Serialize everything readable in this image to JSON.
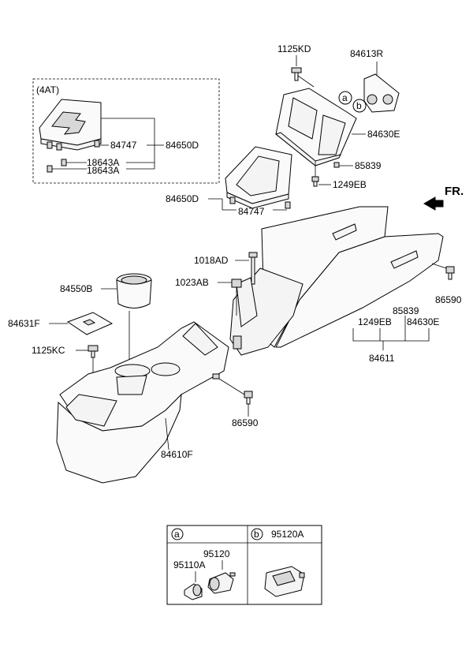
{
  "frame_label": "(4AT)",
  "direction_label": "FR.",
  "parts": {
    "p1125KD": "1125KD",
    "p84613R": "84613R",
    "p84630E_top": "84630E",
    "p85839_top": "85839",
    "p1249EB_top": "1249EB",
    "p84747_inset": "84747",
    "p84650D_inset": "84650D",
    "p18643A_1": "18643A",
    "p18643A_2": "18643A",
    "p84650D": "84650D",
    "p84747": "84747",
    "p1018AD": "1018AD",
    "p1023AB": "1023AB",
    "p84550B": "84550B",
    "p84631F": "84631F",
    "p1125KC": "1125KC",
    "p86590_right": "86590",
    "p85839_mid": "85839",
    "p1249EB_mid": "1249EB",
    "p84630E_mid": "84630E",
    "p84611": "84611",
    "p86590_bottom": "86590",
    "p84610F": "84610F"
  },
  "callouts": {
    "a": "a",
    "b": "b"
  },
  "legend": {
    "a_label": "a",
    "b_label": "b",
    "p95120": "95120",
    "p95110A": "95110A",
    "p95120A": "95120A"
  }
}
